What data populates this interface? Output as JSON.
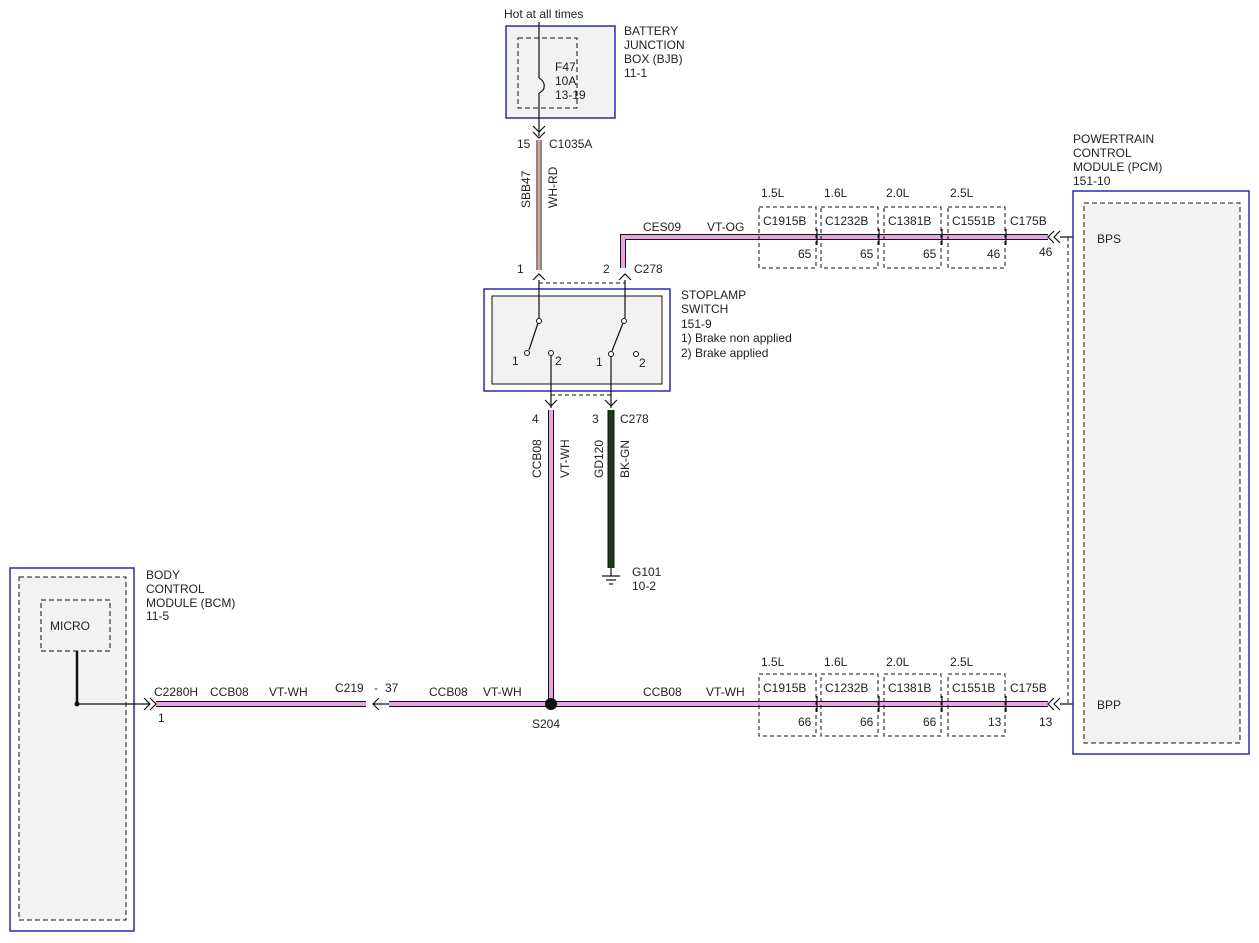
{
  "colors": {
    "module_border": "#2a2ab0",
    "module_fill": "#f2f2f2",
    "wire_vt": "#e8a6e0",
    "wire_bk": "#1a3a1a",
    "wire_red": "#d23a2a",
    "line": "#111111"
  },
  "bjb": {
    "supply": "Hot at all times",
    "title_1": "BATTERY",
    "title_2": "JUNCTION",
    "title_3": "BOX (BJB)",
    "ref": "11-1",
    "fuse_name": "F47",
    "fuse_rating": "10A",
    "fuse_ref": "13-19",
    "pin": "15",
    "connector": "C1035A"
  },
  "wires": {
    "sbb47_circuit": "SBB47",
    "sbb47_color": "WH-RD",
    "ces09_circuit": "CES09",
    "ces09_color": "VT-OG",
    "ccb08_circuit": "CCB08",
    "ccb08_color": "VT-WH",
    "gd120_circuit": "GD120",
    "gd120_color": "BK-GN"
  },
  "stoplamp": {
    "title_1": "STOPLAMP",
    "title_2": "SWITCH",
    "ref": "151-9",
    "note_1": "1) Brake non applied",
    "note_2": "2) Brake applied",
    "pin_top_left": "1",
    "pin_top_right": "2",
    "top_connector": "C278",
    "pin_bottom_left": "4",
    "pin_bottom_right": "3",
    "bottom_connector": "C278",
    "sw_pos_1": "1",
    "sw_pos_2": "2"
  },
  "ground": {
    "name": "G101",
    "ref": "10-2"
  },
  "pcm": {
    "title_1": "POWERTRAIN",
    "title_2": "CONTROL",
    "title_3": "MODULE (PCM)",
    "ref": "151-10",
    "pin_bps": "BPS",
    "pin_bpp": "BPP",
    "connector": "C175B",
    "bps_pin": "46",
    "bpp_pin": "13"
  },
  "engines": [
    "1.5L",
    "1.6L",
    "2.0L",
    "2.5L"
  ],
  "inline_connectors": [
    "C1915B",
    "C1232B",
    "C1381B",
    "C1551B"
  ],
  "bps_pins": [
    "65",
    "65",
    "65",
    "46"
  ],
  "bpp_pins": [
    "66",
    "66",
    "66",
    "13"
  ],
  "bcm": {
    "title_1": "BODY",
    "title_2": "CONTROL",
    "title_3": "MODULE (BCM)",
    "ref": "11-5",
    "micro": "MICRO",
    "connector": "C2280H",
    "pin": "1"
  },
  "c219": {
    "connector": "C219",
    "sep": "-",
    "pin": "37"
  },
  "splice": "S204"
}
